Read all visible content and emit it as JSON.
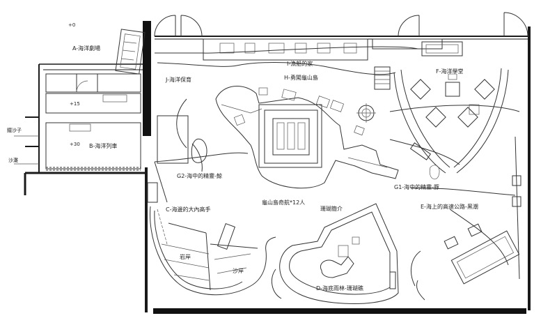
{
  "floor_plan": {
    "zones": {
      "a": "A-海洋劇場",
      "b": "B-海洋列車",
      "c": "C-海邊的大內高手",
      "d": "D-海底雨林-珊瑚礁",
      "e": "E-海上的高速公路-黑潮",
      "f": "F-海洋學堂",
      "g1": "G1-海中的精靈-豚",
      "g2": "G2-海中的精靈-鯨",
      "h": "H-勇闖龜山島",
      "i": "I-漁船的家",
      "j": "J-海洋保育"
    },
    "labels": {
      "turtle_island_ride": "龜山島奇航*12人",
      "coral_intro": "珊瑚簡介",
      "rocky_shore": "岩岸",
      "sandy_shore": "沙岸",
      "plus_15": "+15",
      "plus_30": "+30",
      "plus_0": "+0",
      "shore_side_1": "鐵沙子",
      "shore_side_2": "沙灘"
    }
  }
}
